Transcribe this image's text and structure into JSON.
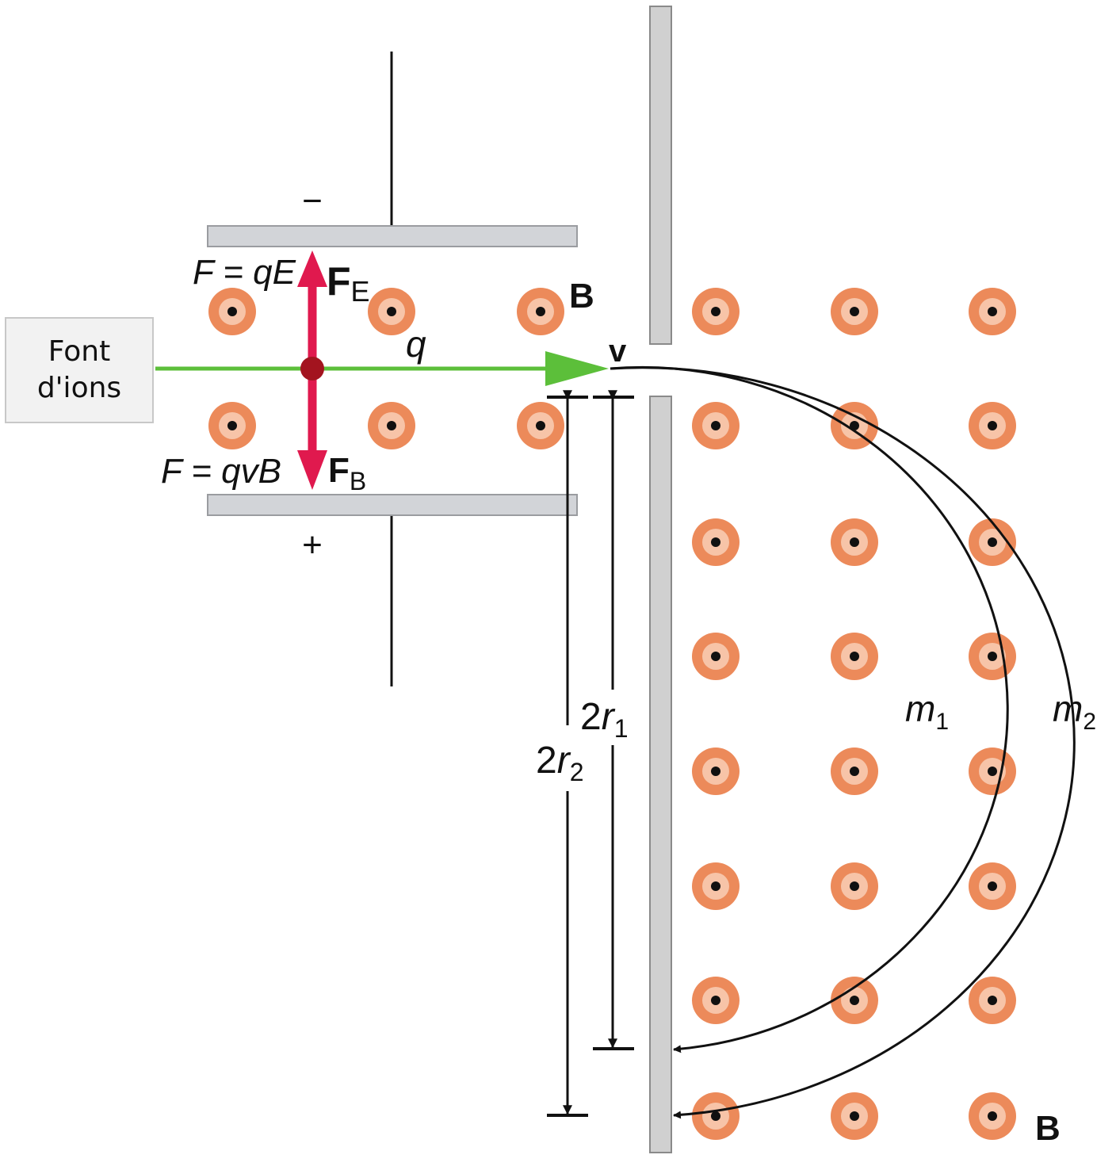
{
  "source": {
    "label": "Font d'ions"
  },
  "labels": {
    "minus": "−",
    "plus": "+",
    "fe_eq": "F = qE",
    "fe_sym": "F",
    "fe_sub": "E",
    "fb_eq": "F = qvB",
    "fb_sym": "F",
    "fb_sub": "B",
    "q": "q",
    "v": "v",
    "b_top": "B",
    "b_bottom": "B",
    "r1_coef": "2",
    "r1_sym": "r",
    "r1_sub": "1",
    "r2_coef": "2",
    "r2_sym": "r",
    "r2_sub": "2",
    "m1_sym": "m",
    "m1_sub": "1",
    "m2_sym": "m",
    "m2_sub": "2"
  },
  "colors": {
    "beam": "#5cbf3a",
    "force": "#e0194e",
    "charge": "#a3141f",
    "field_ring": "#ec8a5a",
    "field_inner": "#f7c4a8",
    "plate": "#d2d4d8",
    "wall": "#d0d0d0"
  }
}
